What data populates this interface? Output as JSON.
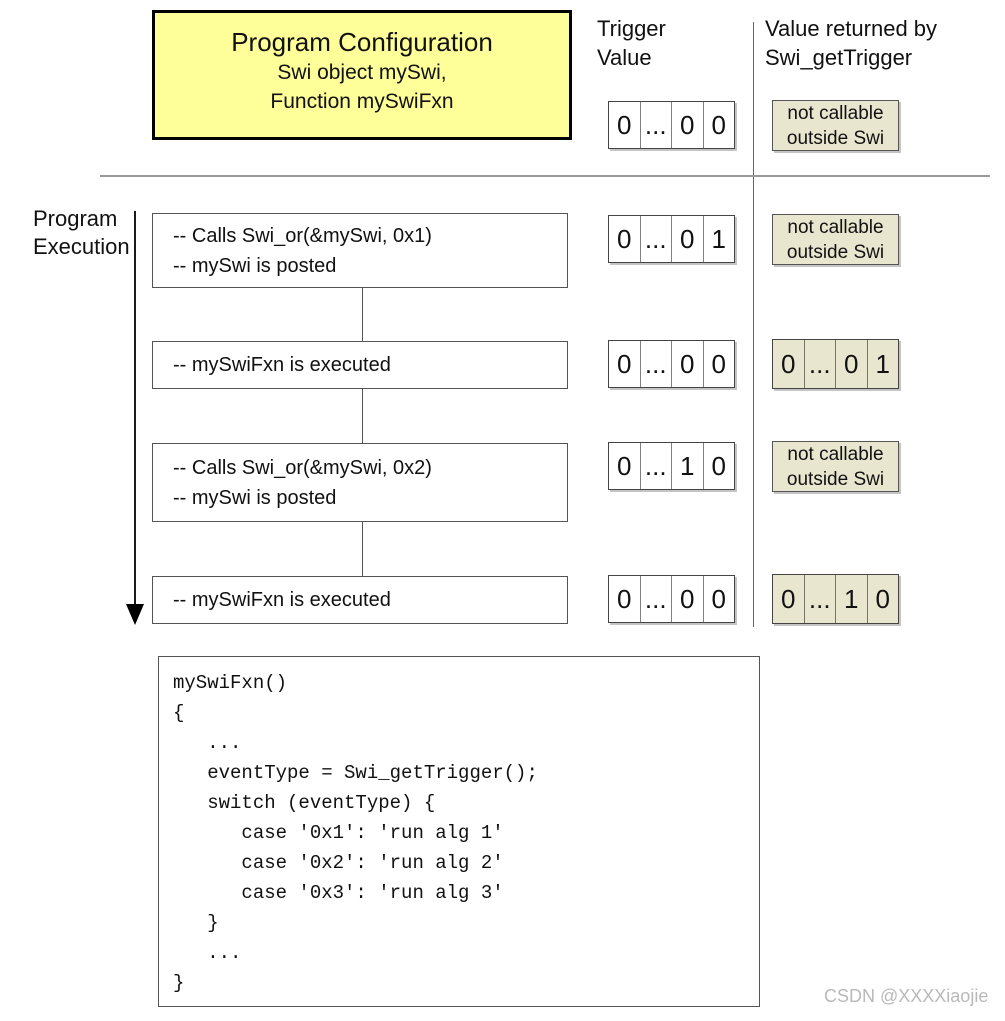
{
  "config_box": {
    "title": "Program Configuration",
    "subtitle1": "Swi object mySwi,",
    "subtitle2": "Function mySwiFxn"
  },
  "headers": {
    "trigger": "Trigger\nValue",
    "value_returned": "Value returned by\nSwi_getTrigger"
  },
  "left_label": "Program\nExecution",
  "not_callable_text": "not callable\noutside Swi",
  "rows": [
    {
      "name": "configuration",
      "trigger": [
        "0",
        "...",
        "0",
        "0"
      ],
      "value_text": "not callable\noutside Swi"
    },
    {
      "name": "post-0x1",
      "label": "-- Calls Swi_or(&mySwi, 0x1)\n-- mySwi is posted",
      "trigger": [
        "0",
        "...",
        "0",
        "1"
      ],
      "value_text": "not callable\noutside Swi"
    },
    {
      "name": "execute-1",
      "label": "-- mySwiFxn is executed",
      "trigger": [
        "0",
        "...",
        "0",
        "0"
      ],
      "value_cells": [
        "0",
        "...",
        "0",
        "1"
      ]
    },
    {
      "name": "post-0x2",
      "label": "-- Calls Swi_or(&mySwi, 0x2)\n-- mySwi is posted",
      "trigger": [
        "0",
        "...",
        "1",
        "0"
      ],
      "value_text": "not callable\noutside Swi"
    },
    {
      "name": "execute-2",
      "label": "-- mySwiFxn is executed",
      "trigger": [
        "0",
        "...",
        "0",
        "0"
      ],
      "value_cells": [
        "0",
        "...",
        "1",
        "0"
      ]
    }
  ],
  "code_box": {
    "code": "mySwiFxn()\n{\n   ...\n   eventType = Swi_getTrigger();\n   switch (eventType) {\n      case '0x1': 'run alg 1'\n      case '0x2': 'run alg 2'\n      case '0x3': 'run alg 3'\n   }\n   ...\n}"
  },
  "watermark": "CSDN @XXXXiaojie",
  "colors": {
    "config_fill": "#FFFF99",
    "value_fill": "#E9E6D0",
    "border": "#555555",
    "divider": "#9A9A9A",
    "watermark": "#B9B9B9"
  }
}
